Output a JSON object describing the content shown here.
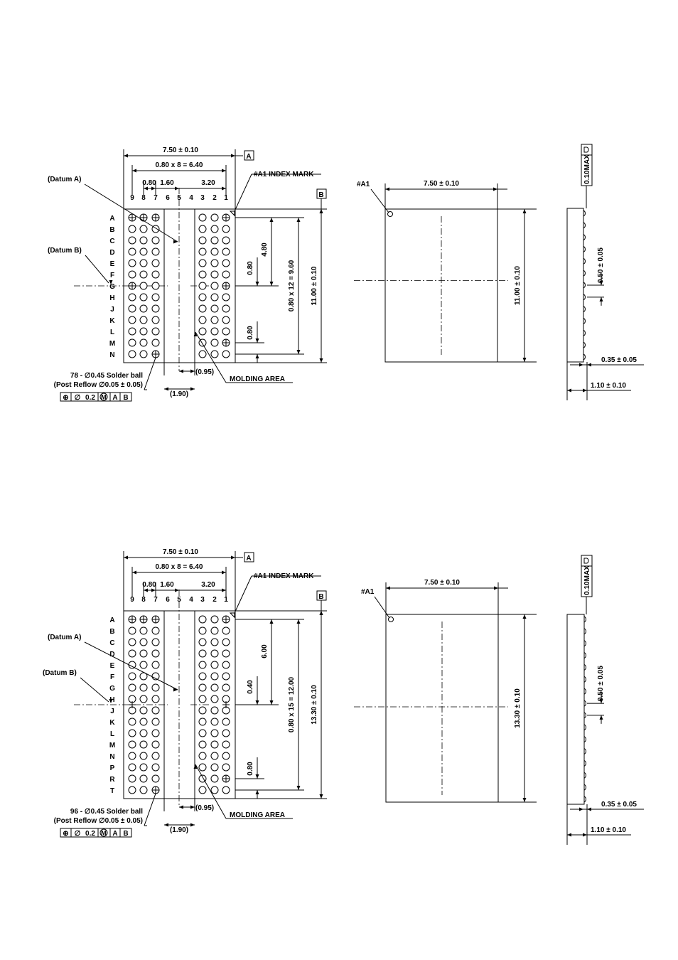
{
  "packages": [
    {
      "name": "78-ball",
      "rows": [
        "A",
        "B",
        "C",
        "D",
        "E",
        "F",
        "G",
        "H",
        "J",
        "K",
        "L",
        "M",
        "N"
      ],
      "cols": [
        "9",
        "8",
        "7",
        "6",
        "5",
        "4",
        "3",
        "2",
        "1"
      ],
      "labels": {
        "width_total": "7.50 ± 0.10",
        "pitch_x": "0.80 x 8 = 6.40",
        "d080": "0.80",
        "d160": "1.60",
        "d320": "3.20",
        "datum_a": "(Datum A)",
        "datum_b": "(Datum B)",
        "index_mark": "#A1 INDEX MARK",
        "v080a": "0.80",
        "v_half": "4.80",
        "v_pitch": "0.80 x 12 = 9.60",
        "height_total": "11.00 ± 0.10",
        "v080b": "0.80",
        "d095": "(0.95)",
        "d190": "(1.90)",
        "molding": "MOLDING AREA",
        "ball_note1": "78 - ∅0.45 Solder ball",
        "ball_note2": "(Post Reflow ∅0.05 ± 0.05)",
        "top_a1": "#A1",
        "top_width": "7.50 ±  0.10",
        "top_height": "11.00 ± 0.10",
        "side_flat": "0.10MAX",
        "side_pitch": "0.50 ± 0.05",
        "side_ball": "0.35 ± 0.05",
        "side_total": "1.10 ± 0.10"
      }
    },
    {
      "name": "96-ball",
      "rows": [
        "A",
        "B",
        "C",
        "D",
        "E",
        "F",
        "G",
        "H",
        "J",
        "K",
        "L",
        "M",
        "N",
        "P",
        "R",
        "T"
      ],
      "cols": [
        "9",
        "8",
        "7",
        "6",
        "5",
        "4",
        "3",
        "2",
        "1"
      ],
      "labels": {
        "width_total": "7.50 ±  0.10",
        "pitch_x": "0.80 x 8 = 6.40",
        "d080": "0.80",
        "d160": "1.60",
        "d320": "3.20",
        "datum_a": "(Datum A)",
        "datum_b": "(Datum B)",
        "index_mark": "#A1 INDEX MARK",
        "v080a": "0.40",
        "v_half": "6.00",
        "v_pitch": "0.80 x 15 = 12.00",
        "height_total": "13.30 ± 0.10",
        "v080b": "0.80",
        "d095": "(0.95)",
        "d190": "(1.90)",
        "molding": "MOLDING AREA",
        "ball_note1": "96 - ∅0.45 Solder ball",
        "ball_note2": "(Post Reflow ∅0.05 ± 0.05)",
        "top_a1": "#A1",
        "top_width": "7.50 ± 0.10",
        "top_height": "13.30 ± 0.10",
        "side_flat": "0.10MAX",
        "side_pitch": "0.50  ±  0.05",
        "side_ball": "0.35 ± 0.05",
        "side_total": "1.10 ± 0.10"
      }
    }
  ],
  "fcf": {
    "sym": "⊕",
    "dia": "∅",
    "val": "0.2",
    "mod": "M",
    "a": "A",
    "b": "B"
  },
  "datum_box_a": "A",
  "datum_box_b": "B"
}
